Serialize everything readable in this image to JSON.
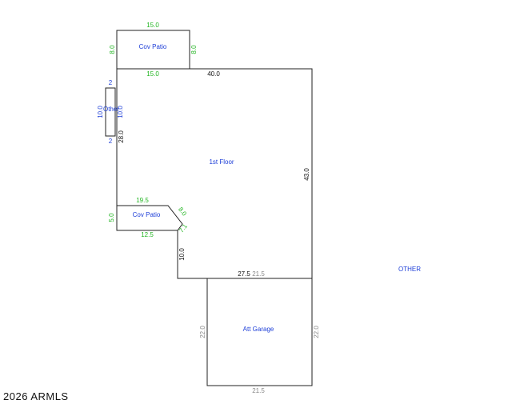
{
  "rooms": {
    "cov_patio_top": "Cov Patio",
    "first_floor": "1st Floor",
    "other_small": "Other",
    "cov_patio_mid": "Cov Patio",
    "att_garage": "Att Garage",
    "other_right": "OTHER"
  },
  "dims": {
    "patio_top_w_top": "15.0",
    "patio_top_w_bottom": "15.0",
    "patio_top_h_left": "8.0",
    "patio_top_h_right": "8.0",
    "floor_top": "40.0",
    "floor_right": "43.0",
    "floor_left": "28.0",
    "other_top": "2",
    "other_bottom": "2",
    "other_left": "10.0",
    "other_right": "10.0",
    "patio_mid_top": "19.5",
    "patio_mid_diag": "8.0",
    "patio_mid_left": "5.0",
    "patio_mid_bottom": "12.5",
    "patio_mid_small": "7.1",
    "floor_inner": "10.0",
    "floor_bottom": "27.5",
    "garage_top": "21.5",
    "garage_left": "22.0",
    "garage_right": "22.0",
    "garage_bottom": "21.5"
  },
  "footer": {
    "copyright": "2026 ARMLS"
  }
}
